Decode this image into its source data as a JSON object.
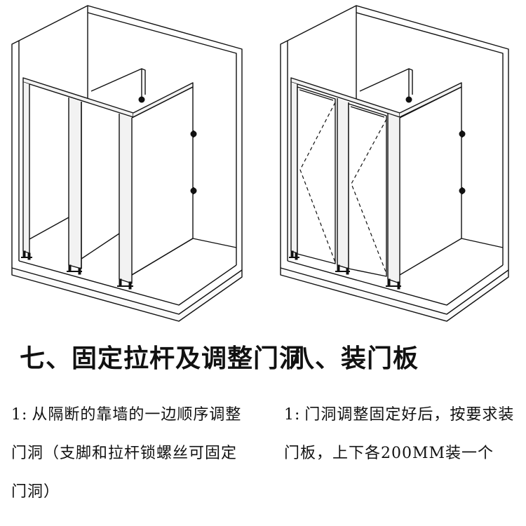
{
  "steps": [
    {
      "title": "七、固定拉杆及调整门洞",
      "marker": "1:",
      "text": "从隔断的靠墙的一边顺序调整门洞（支脚和拉杆锁螺丝可固定门洞）"
    },
    {
      "title": "八、装门板",
      "marker": "1:",
      "text": "门洞调整固定好后，按要求装门板，上下各200MM装一个"
    }
  ],
  "colors": {
    "line": "#111111",
    "frame_fill": "#f2f2f2",
    "floor_fill": "#fafafa",
    "bolt": "#111111"
  }
}
